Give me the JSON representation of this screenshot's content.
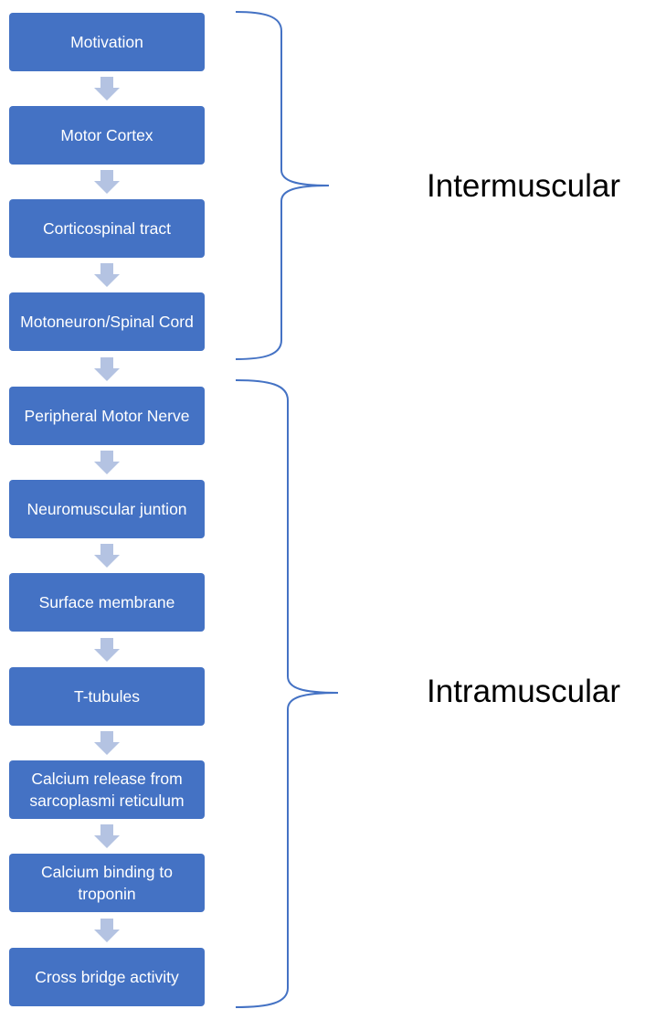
{
  "steps": [
    {
      "label": "Motivation"
    },
    {
      "label": "Motor Cortex"
    },
    {
      "label": "Corticospinal tract"
    },
    {
      "label": "Motoneuron/Spinal Cord"
    },
    {
      "label": "Peripheral Motor Nerve"
    },
    {
      "label": "Neuromuscular juntion"
    },
    {
      "label": "Surface membrane"
    },
    {
      "label": "T-tubules"
    },
    {
      "label": "Calcium release from sarcoplasmi reticulum"
    },
    {
      "label": "Calcium binding to troponin"
    },
    {
      "label": "Cross bridge activity"
    }
  ],
  "groups": [
    {
      "label": "Intermuscular",
      "first_step": 1,
      "last_step": 4
    },
    {
      "label": "Intramuscular",
      "first_step": 5,
      "last_step": 11
    }
  ],
  "colors": {
    "box": "#4472c4",
    "box_text": "#ffffff",
    "arrow": "#b4c3e2",
    "brace": "#4472c4",
    "label": "#000000"
  }
}
